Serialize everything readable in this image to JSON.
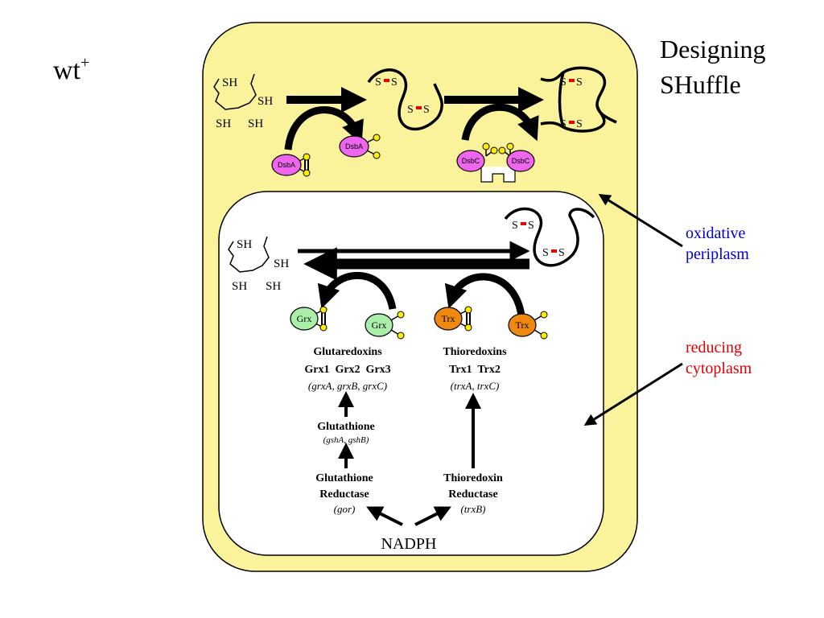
{
  "title": {
    "line1": "Designing",
    "line2": "SHuffle"
  },
  "strain_label": {
    "base": "wt",
    "sup": "+"
  },
  "side_labels": {
    "oxidative": {
      "line1": "oxidative",
      "line2": "periplasm",
      "color": "#0000cc"
    },
    "reducing": {
      "line1": "reducing",
      "line2": "cytoplasm",
      "color": "#e00000"
    }
  },
  "thiol": "SH",
  "sulfur": "S",
  "enzymes": {
    "dsba": "DsbA",
    "dsbc": "DsbC",
    "grx": "Grx",
    "trx": "Trx"
  },
  "glutaredoxin_block": {
    "heading": "Glutaredoxins",
    "members": "Grx1  Grx2  Grx3",
    "genes": "(grxA, grxB, grxC)"
  },
  "thioredoxin_block": {
    "heading": "Thioredoxins",
    "members": "Trx1  Trx2",
    "genes": "(trxA, trxC)"
  },
  "glutathione": {
    "name": "Glutathione",
    "genes": "(gshA, gshB)"
  },
  "glutathione_reductase": {
    "line1": "Glutathione",
    "line2": "Reductase",
    "gene": "(gor)"
  },
  "thioredoxin_reductase": {
    "line1": "Thioredoxin",
    "line2": "Reductase",
    "gene": "(trxB)"
  },
  "nadph": "NADPH",
  "colors": {
    "periplasm_fill": "#fbf39c",
    "dsb_fill": "#ee66ee",
    "grx_fill": "#aaeeaa",
    "trx_fill": "#ee8811",
    "thiol_dot": "#ffee00",
    "disulfide_bond": "#ee0000"
  }
}
